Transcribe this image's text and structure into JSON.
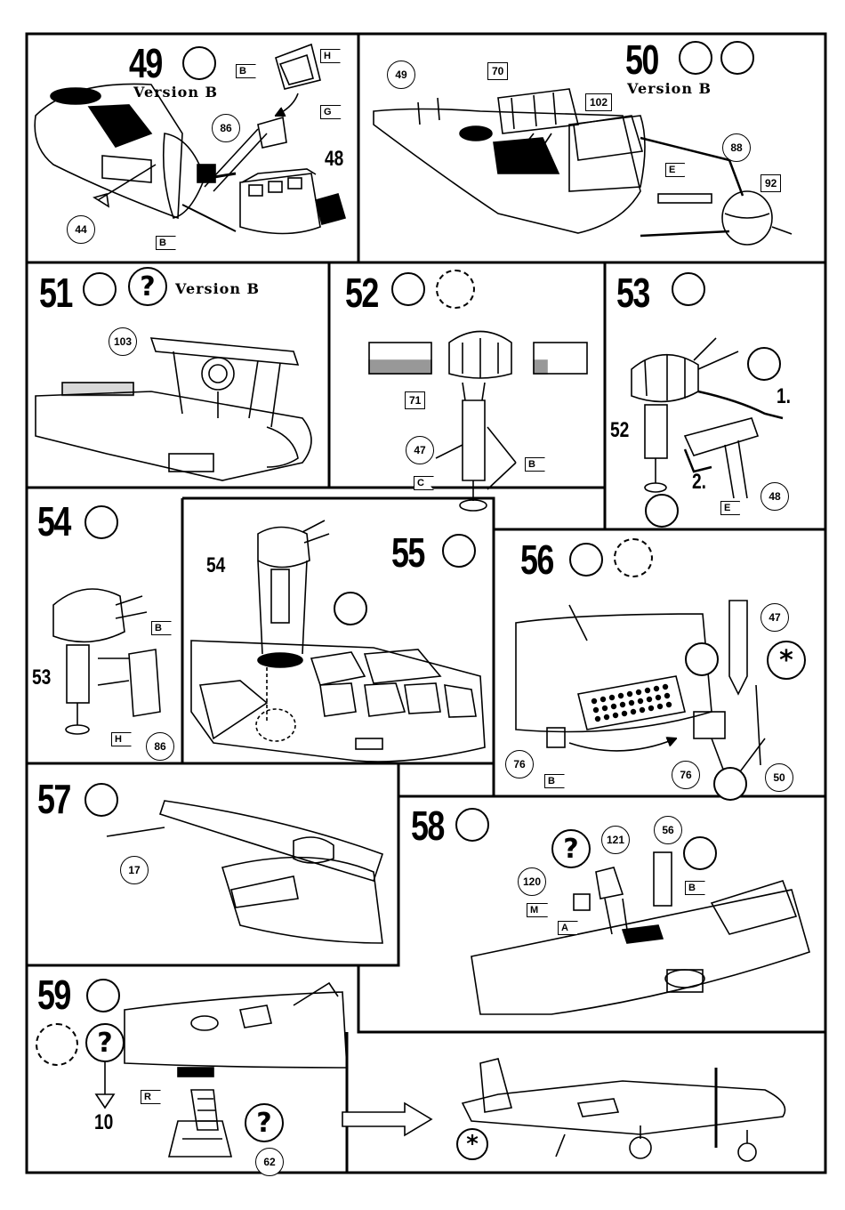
{
  "steps": {
    "s49": {
      "number": "49",
      "version": "Version B",
      "callouts": [
        "86",
        "44"
      ],
      "labels": [
        "48"
      ],
      "tags": [
        "B",
        "H",
        "G",
        "B"
      ]
    },
    "s50": {
      "number": "50",
      "version": "Version B",
      "callouts": [
        "49",
        "88"
      ],
      "boxes": [
        "70",
        "102",
        "92"
      ],
      "tags": [
        "E"
      ]
    },
    "s51": {
      "number": "51",
      "version": "Version B",
      "callouts": [
        "103"
      ],
      "help": "?"
    },
    "s52": {
      "number": "52",
      "callouts": [
        "47"
      ],
      "boxes": [
        "71"
      ],
      "tags": [
        "C",
        "B"
      ]
    },
    "s53": {
      "number": "53",
      "callouts": [
        "48"
      ],
      "labels": [
        "52",
        "1.",
        "2."
      ],
      "tags": [
        "E"
      ]
    },
    "s54": {
      "number": "54",
      "callouts": [
        "86"
      ],
      "labels": [
        "53"
      ],
      "tags": [
        "B",
        "H"
      ]
    },
    "s55": {
      "number": "55",
      "labels": [
        "54"
      ]
    },
    "s56": {
      "number": "56",
      "callouts": [
        "47",
        "76",
        "76",
        "50"
      ],
      "tags": [
        "B"
      ],
      "asterisk": "*"
    },
    "s57": {
      "number": "57",
      "callouts": [
        "17"
      ]
    },
    "s58": {
      "number": "58",
      "callouts": [
        "121",
        "56",
        "120"
      ],
      "tags": [
        "M",
        "A",
        "B"
      ],
      "help": "?"
    },
    "s59": {
      "number": "59",
      "callouts": [
        "62"
      ],
      "tags": [
        "R"
      ],
      "help": "?",
      "ref": "10"
    }
  },
  "final": {
    "asterisk": "*"
  },
  "icon_names": [
    "glue-icon",
    "paint-icon",
    "clock-icon",
    "no-glue-icon",
    "decal-icon",
    "help-icon"
  ]
}
